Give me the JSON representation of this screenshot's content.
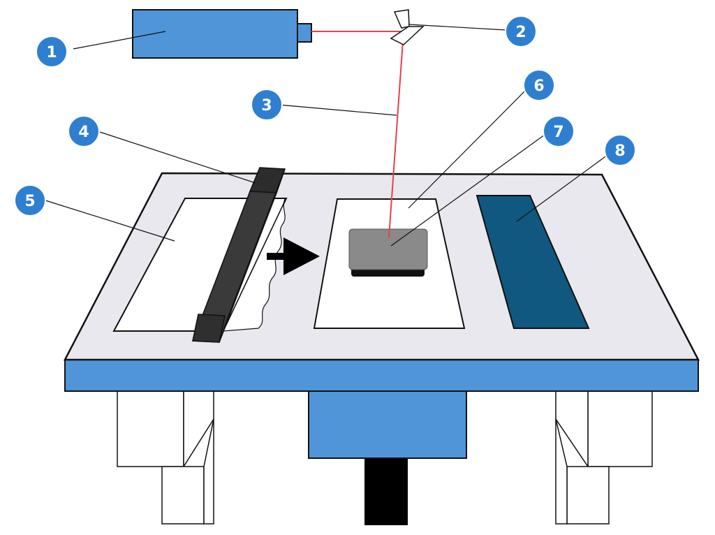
{
  "colors": {
    "accent_blue": "#5095d8",
    "callout_blue": "#2f7fd0",
    "powder_bed_surface": "#e8e8ee",
    "recoater_blade": "#3a3a3a",
    "build_part": "#8a8a8a",
    "overflow_bin": "#10587f",
    "laser_beam": "#e8404a",
    "outline": "#111111",
    "shaft": "#000000"
  },
  "callouts": [
    {
      "id": "1",
      "label": "1"
    },
    {
      "id": "2",
      "label": "2"
    },
    {
      "id": "3",
      "label": "3"
    },
    {
      "id": "4",
      "label": "4"
    },
    {
      "id": "5",
      "label": "5"
    },
    {
      "id": "6",
      "label": "6"
    },
    {
      "id": "7",
      "label": "7"
    },
    {
      "id": "8",
      "label": "8"
    }
  ]
}
